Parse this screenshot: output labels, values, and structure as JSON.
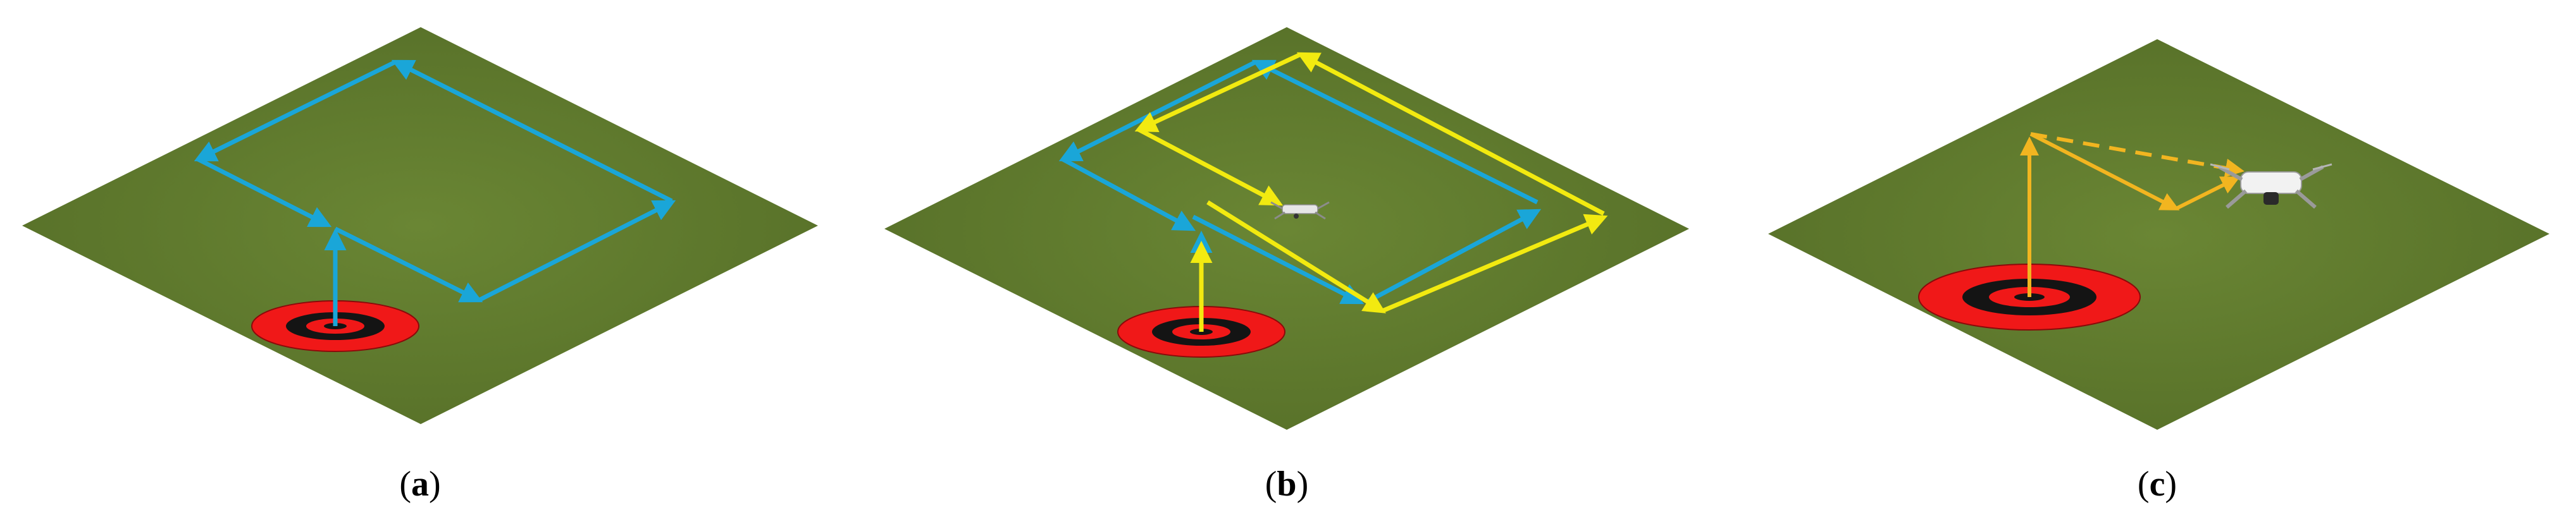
{
  "panels": [
    {
      "id": "a",
      "caption_open": "(",
      "caption_letter": "a",
      "caption_close": ")",
      "path_color": "#1AA6D8"
    },
    {
      "id": "b",
      "caption_open": "(",
      "caption_letter": "b",
      "caption_close": ")",
      "path_colors": [
        "#1AA6D8",
        "#F2EA10"
      ]
    },
    {
      "id": "c",
      "caption_open": "(",
      "caption_letter": "c",
      "caption_close": ")",
      "path_color": "#F2B520",
      "dashed_path": true
    }
  ],
  "colors": {
    "field": "#5F7A2E",
    "landing_pad_outer": "#F01818",
    "landing_pad_ring": "#141414"
  },
  "icons": [
    "drone-icon",
    "landing-pad-icon"
  ]
}
